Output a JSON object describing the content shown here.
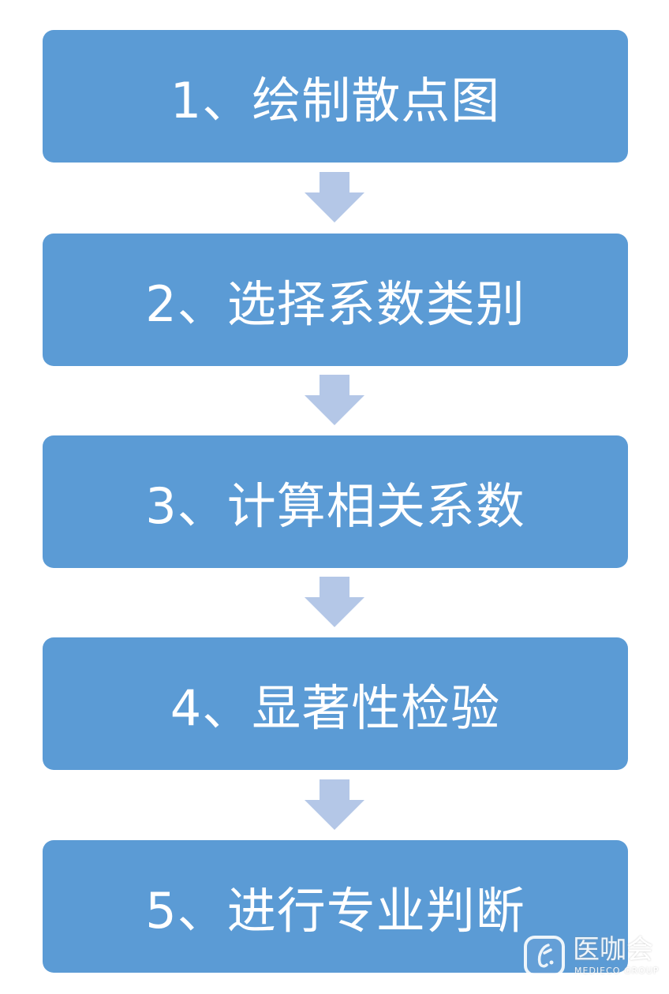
{
  "flow": {
    "steps": [
      {
        "label": "1、绘制散点图"
      },
      {
        "label": "2、选择系数类别"
      },
      {
        "label": "3、计算相关系数"
      },
      {
        "label": "4、显著性检验"
      },
      {
        "label": "5、进行专业判断"
      }
    ],
    "box_color": "#5b9bd5",
    "arrow_color": "#b4c7e7",
    "arrow_icon": "down-arrow-icon"
  },
  "watermark": {
    "title": "医咖会",
    "subtitle": "MEDIECO GROUP",
    "icon": "mediceo-logo-icon"
  }
}
